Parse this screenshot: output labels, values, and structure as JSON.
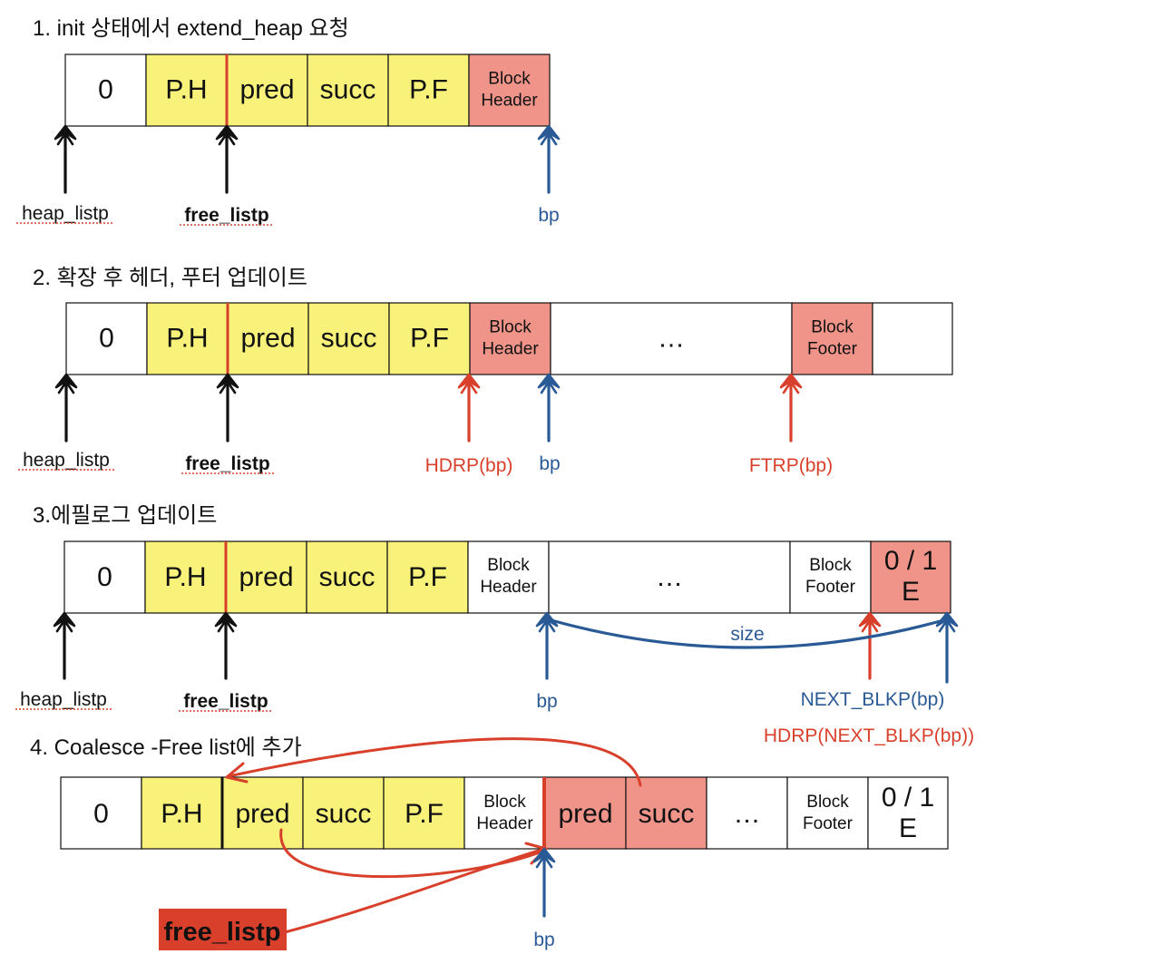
{
  "colors": {
    "yellow": "#f8f27a",
    "salmon": "#f0948a",
    "white": "#ffffff",
    "red": "#d9402b",
    "blue": "#2a5a96",
    "black": "#111111"
  },
  "sections": [
    {
      "title": "1. init 상태에서 extend_heap 요청",
      "cells": [
        "0",
        "P.H",
        "pred",
        "succ",
        "P.F",
        "Block\nHeader"
      ],
      "pointers": [
        "heap_listp",
        "free_listp",
        "bp"
      ]
    },
    {
      "title": "2. 확장 후 헤더, 푸터 업데이트",
      "cells": [
        "0",
        "P.H",
        "pred",
        "succ",
        "P.F",
        "Block\nHeader",
        "…",
        "Block\nFooter",
        ""
      ],
      "pointers": [
        "heap_listp",
        "free_listp",
        "HDRP(bp)",
        "bp",
        "FTRP(bp)"
      ]
    },
    {
      "title": "3.에필로그 업데이트",
      "cells": [
        "0",
        "P.H",
        "pred",
        "succ",
        "P.F",
        "Block\nHeader",
        "…",
        "Block\nFooter",
        "0 / 1\nE"
      ],
      "pointers": [
        "heap_listp",
        "free_listp",
        "bp",
        "size",
        "NEXT_BLKP(bp)",
        "HDRP(NEXT_BLKP(bp))"
      ]
    },
    {
      "title": "4. Coalesce -Free list에 추가",
      "cells": [
        "0",
        "P.H",
        "pred",
        "succ",
        "P.F",
        "Block\nHeader",
        "pred",
        "succ",
        "…",
        "Block\nFooter",
        "0 / 1\nE"
      ],
      "pointers": [
        "free_listp",
        "bp"
      ]
    }
  ]
}
